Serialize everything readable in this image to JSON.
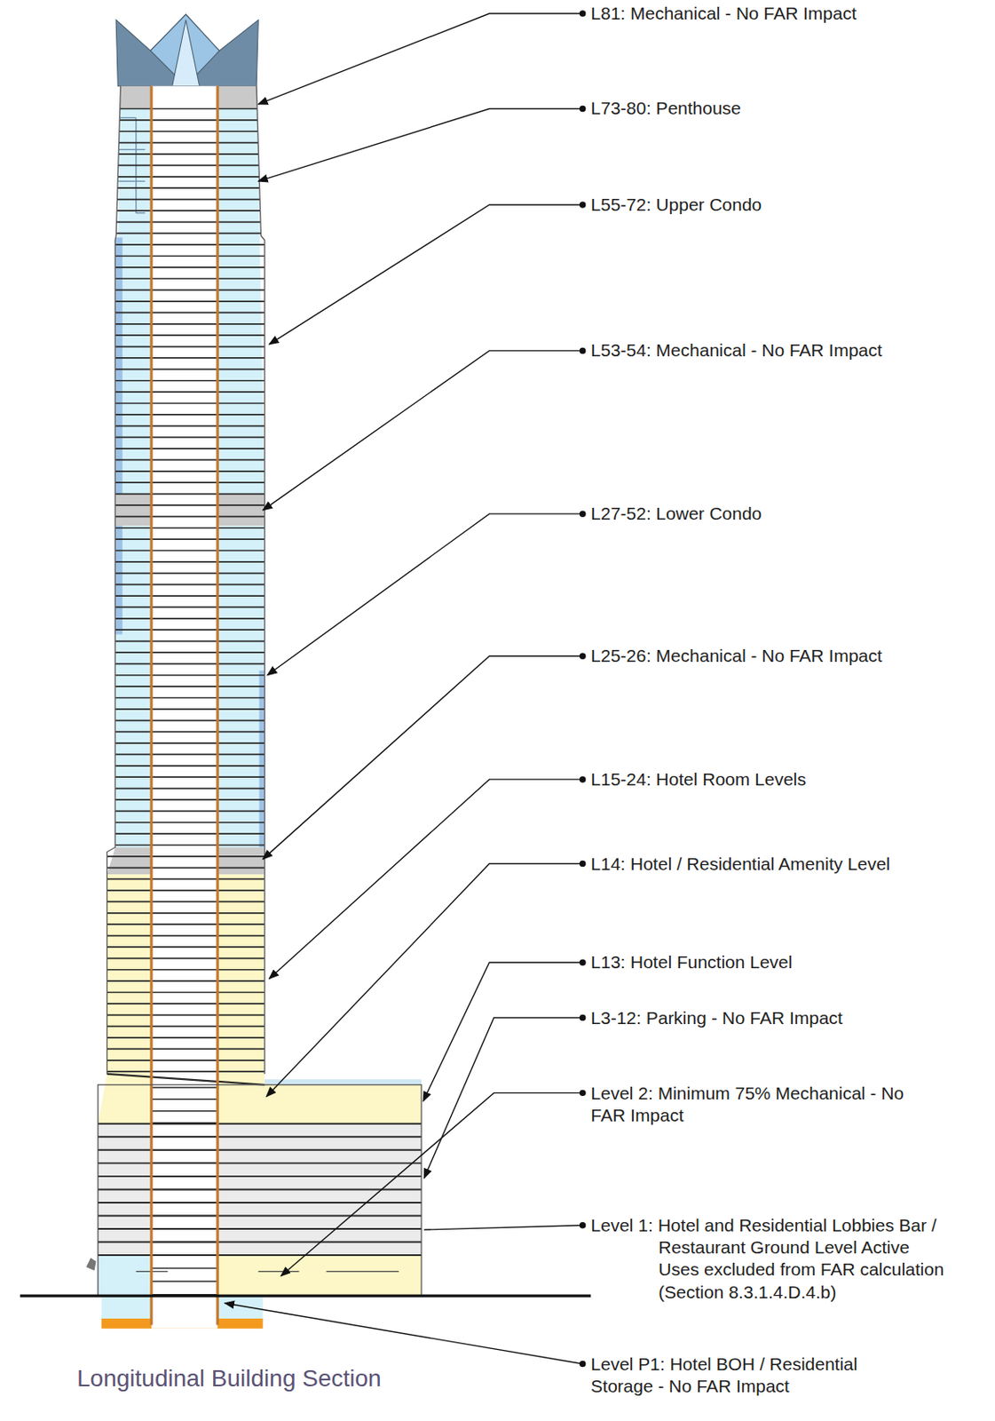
{
  "diagram": {
    "caption": "Longitudinal Building Section",
    "labels": [
      "L81: Mechanical - No FAR Impact",
      "L73-80: Penthouse",
      "L55-72: Upper Condo",
      "L53-54: Mechanical - No FAR Impact",
      "L27-52: Lower Condo",
      "L25-26: Mechanical - No FAR Impact",
      "L15-24: Hotel Room Levels",
      "L14: Hotel / Residential Amenity Level",
      "L13: Hotel Function Level",
      "L3-12: Parking - No FAR Impact",
      "Level 2: Minimum 75% Mechanical - No FAR Impact",
      "Level 1: Hotel and Residential Lobbies Bar / Restaurant Ground Level Active Uses excluded from FAR calculation (Section 8.3.1.4.D.4.b)",
      "Level P1: Hotel BOH / Residential Storage - No FAR Impact"
    ]
  }
}
